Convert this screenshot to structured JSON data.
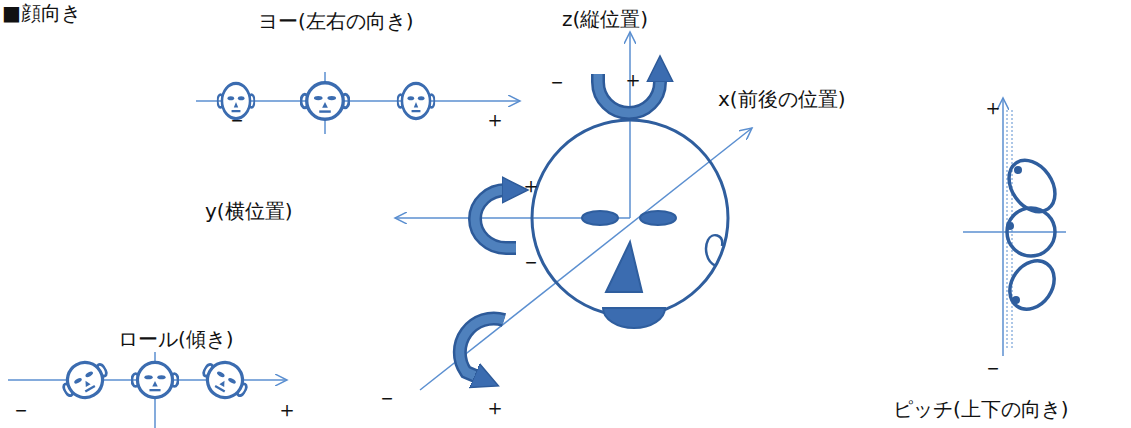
{
  "diagram": {
    "title": "■顔向き",
    "labels": [
      "ヨー(左右の向き)",
      "z(縦位置)",
      "x(前後の位置)",
      "y(横位置)",
      "ロール(傾き)",
      "ピッチ(上下の向き)",
      "－",
      "＋",
      "－",
      "＋",
      "＋",
      "－",
      "－",
      "＋",
      "－",
      "＋",
      "＋",
      "－"
    ]
  }
}
